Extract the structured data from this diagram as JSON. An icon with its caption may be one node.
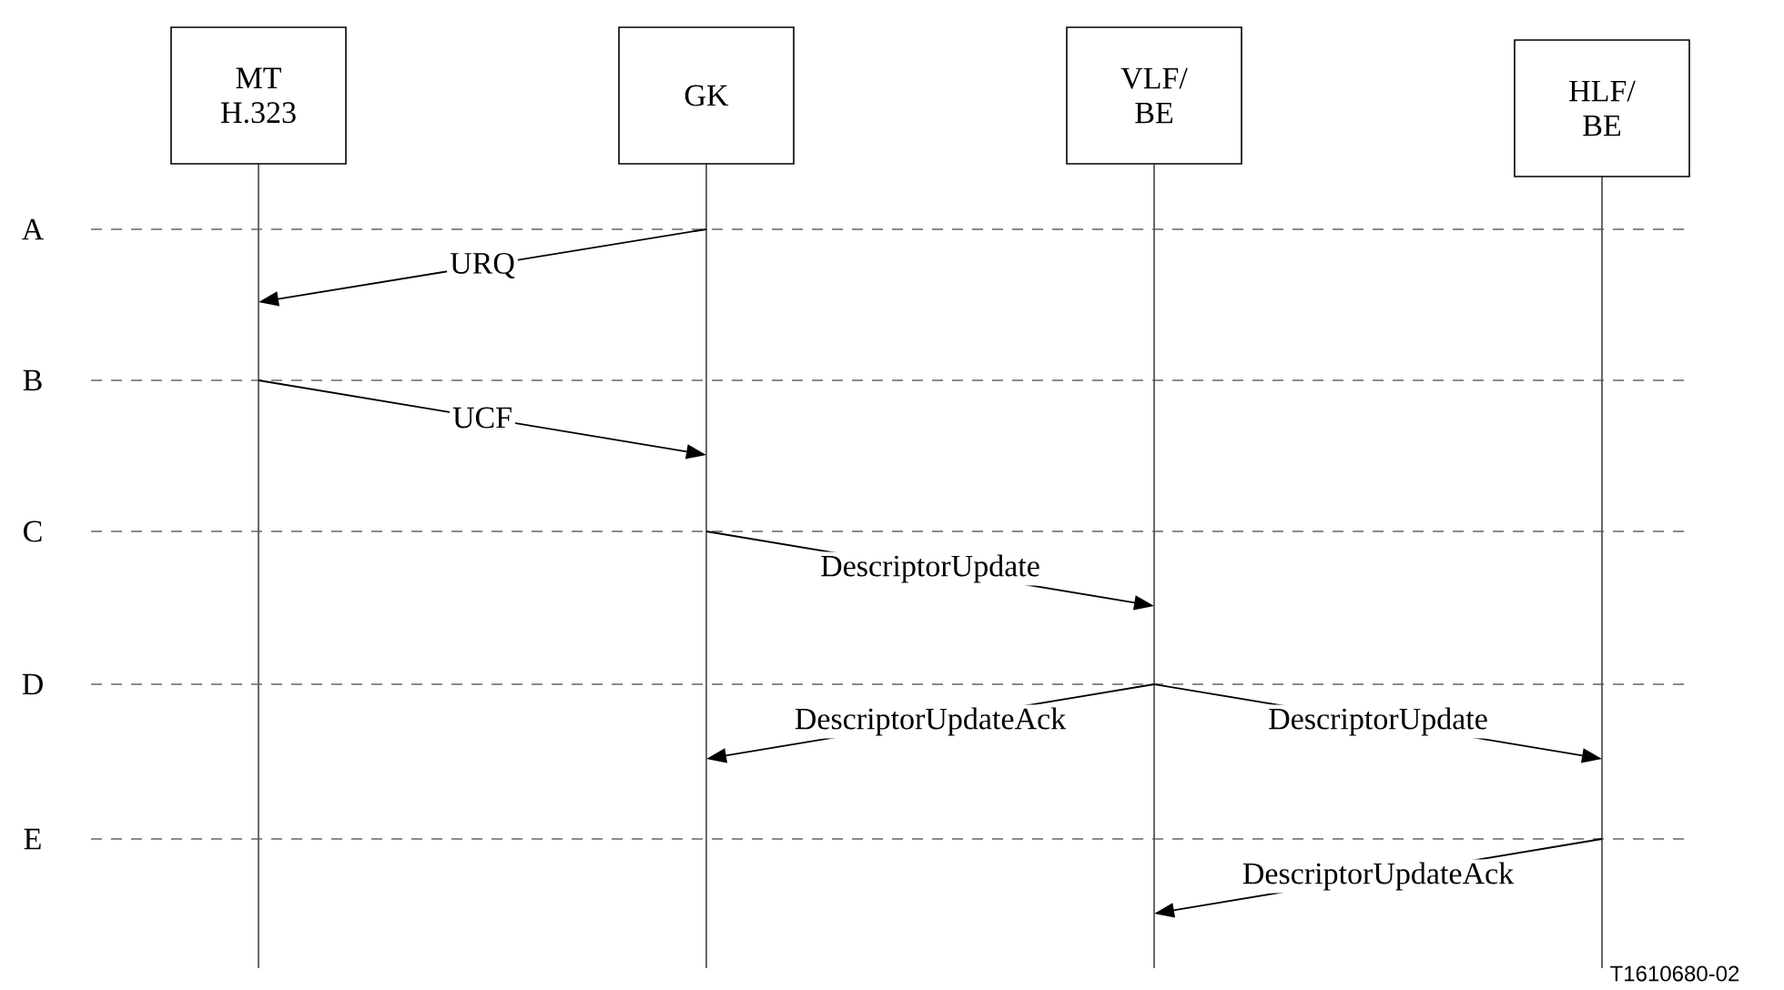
{
  "diagram": {
    "nodes": [
      {
        "text": [
          "MT H.323"
        ]
      },
      {
        "text": [
          "GK"
        ]
      },
      {
        "text": [
          "VLF/ BE"
        ]
      },
      {
        "text": [
          "HLF/ BE"
        ]
      }
    ],
    "edges": [
      {
        "from": 1,
        "to": 0,
        "arrow": "to",
        "label": "URQ"
      },
      {
        "from": 0,
        "to": 1,
        "arrow": "to",
        "label": "UCF"
      },
      {
        "from": 1,
        "to": 2,
        "arrow": "to",
        "label": "DescriptorUpdate"
      },
      {
        "from": 2,
        "to": 1,
        "arrow": "to",
        "label": "DescriptorUpdateAck"
      },
      {
        "from": 2,
        "to": 3,
        "arrow": "to",
        "label": "DescriptorUpdate"
      },
      {
        "from": 3,
        "to": 2,
        "arrow": "to",
        "label": "DescriptorUpdateAck"
      }
    ],
    "labels": [
      "A",
      "B",
      "C",
      "D",
      "E",
      "T1610680-02"
    ]
  }
}
